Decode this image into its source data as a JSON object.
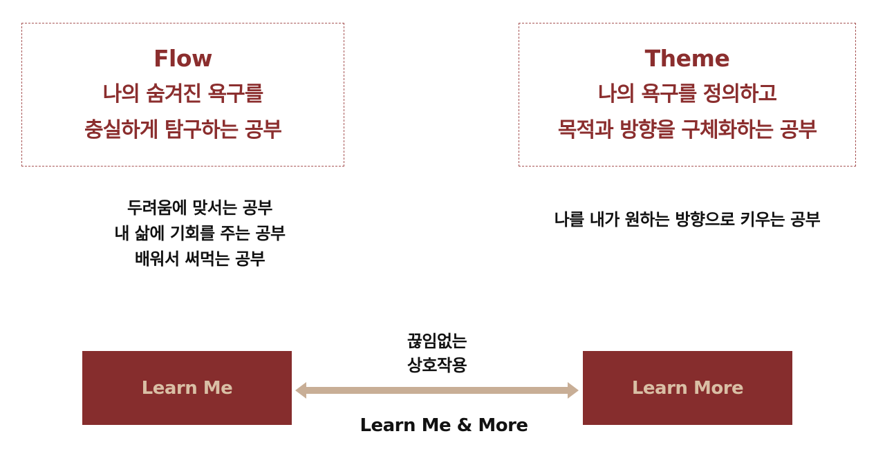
{
  "flow_box": {
    "title": "Flow",
    "line1": "나의 숨겨진 욕구를",
    "line2": "충실하게 탐구하는 공부"
  },
  "theme_box": {
    "title": "Theme",
    "line1": "나의 욕구를 정의하고",
    "line2": "목적과 방향을 구체화하는 공부"
  },
  "flow_desc": [
    "두려움에 맞서는 공부",
    "내 삶에 기회를 주는 공부",
    "배워서 써먹는 공부"
  ],
  "theme_desc": [
    "나를 내가 원하는 방향으로 키우는 공부"
  ],
  "buttons": {
    "learn_me": "Learn Me",
    "learn_more": "Learn More"
  },
  "interaction": {
    "line1": "끊임없는",
    "line2": "상호작용"
  },
  "bottom_label": "Learn Me & More",
  "colors": {
    "accent": "#862d2d",
    "button_text": "#d9bfa5",
    "arrow": "#c8ae96"
  }
}
